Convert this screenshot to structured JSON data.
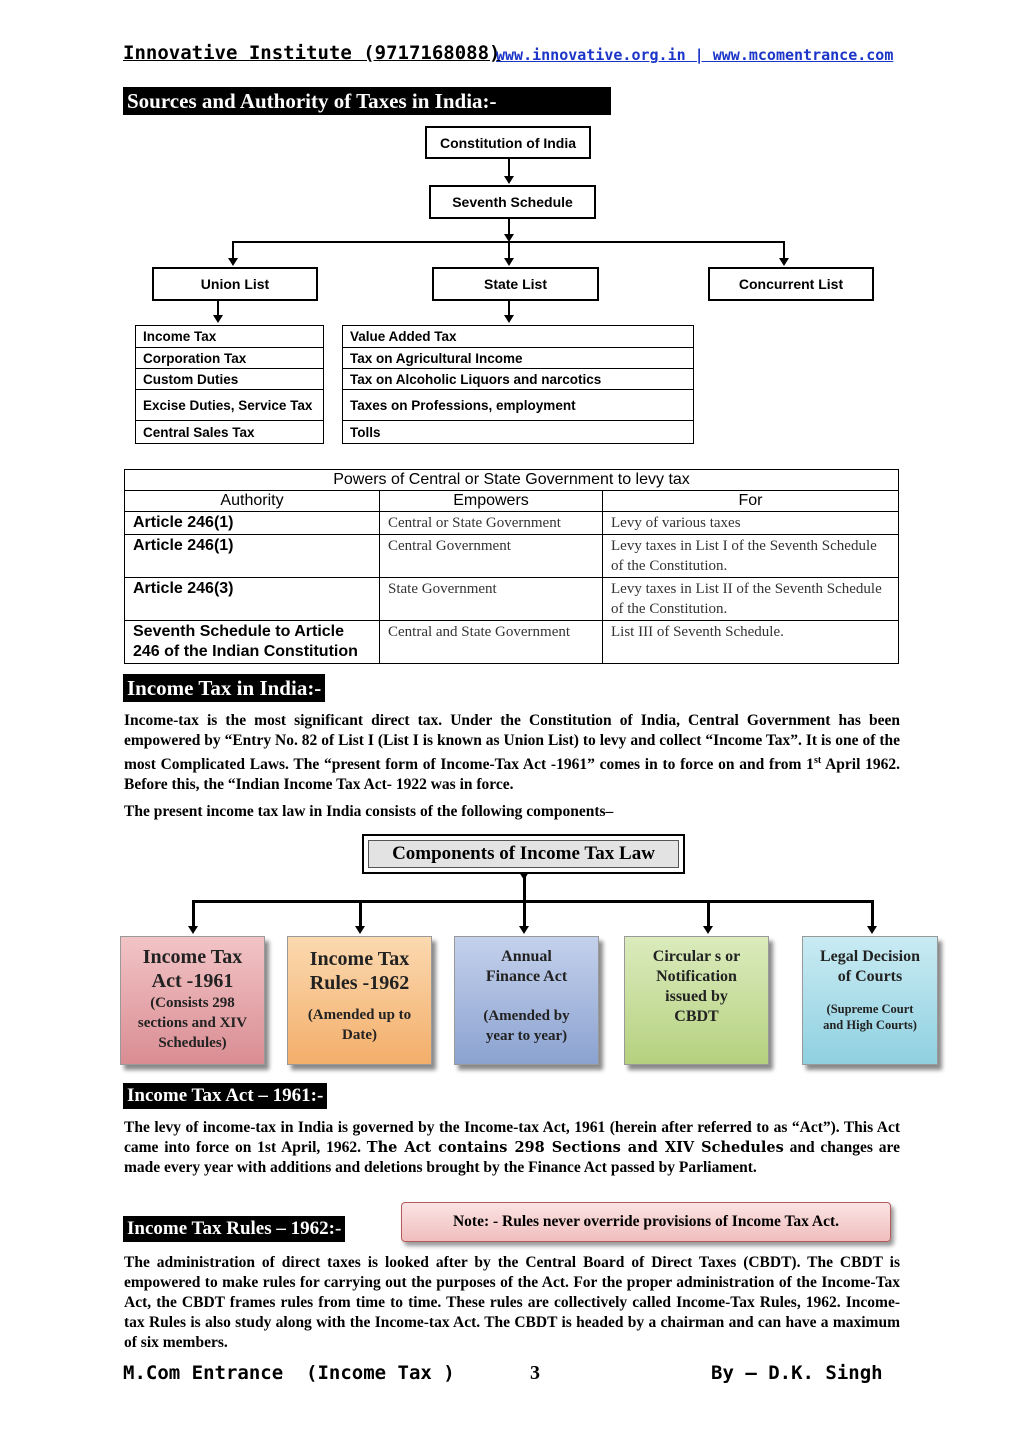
{
  "header": {
    "institute": "Innovative Institute (9717168088)",
    "links": "www.innovative.org.in | www.mcomentrance.com"
  },
  "section1": {
    "title": "Sources and Authority of Taxes in India:-",
    "constitution": "Constitution of India",
    "seventh_schedule": "Seventh Schedule",
    "union_list": "Union List",
    "state_list": "State List",
    "concurrent_list": "Concurrent List",
    "union_items": [
      "Income Tax",
      "Corporation Tax",
      "Custom Duties",
      "Excise Duties, Service Tax",
      "Central Sales Tax"
    ],
    "state_items": [
      "Value Added Tax",
      "Tax on Agricultural Income",
      "Tax on Alcoholic Liquors and narcotics",
      "Taxes on Professions, employment",
      "Tolls"
    ]
  },
  "powers_table": {
    "caption": "Powers of Central or State Government to levy tax",
    "headers": [
      "Authority",
      "Empowers",
      "For"
    ],
    "rows": [
      [
        "Article 246(1)",
        "Central or State Government",
        "Levy of various taxes"
      ],
      [
        "Article 246(1)",
        "Central Government",
        "Levy taxes in List I of the Seventh Schedule of the Constitution."
      ],
      [
        "Article 246(3)",
        "State Government",
        "Levy taxes in List II of the Seventh Schedule of the Constitution."
      ],
      [
        "Seventh Schedule to Article 246 of the Indian Constitution",
        "Central and State Government",
        "List III of Seventh Schedule."
      ]
    ]
  },
  "section2": {
    "title": "Income Tax in India:-",
    "para1_a": "Income-tax is the most significant direct tax. Under the Constitution of India, Central Government has been empowered by “Entry No. 82 of List I (List I is known as Union List) to levy and collect “Income Tax”. It is one of the most Complicated Laws. The “present form of Income-Tax Act -1961” comes in to force on and from 1",
    "para1_sup": "st",
    "para1_b": " April 1962. Before this, the “Indian Income Tax Act- 1922 was in force.",
    "para2": "The present income tax law in India consists of the following components–",
    "components_title": "Components of Income Tax Law",
    "components": [
      {
        "title": "Income Tax Act -1961",
        "sub": "(Consists 298 sections and XIV Schedules)",
        "color": "#e7a3a8"
      },
      {
        "title": "Income Tax Rules -1962",
        "sub": "(Amended up to Date)",
        "color": "#f7c58e"
      },
      {
        "title": "Annual Finance Act",
        "sub": "(Amended by year to year)",
        "color": "#9fb4dc"
      },
      {
        "title": "Circular s or Notification issued by CBDT",
        "sub": "",
        "color": "#c6dd96"
      },
      {
        "title": "Legal Decision of Courts",
        "sub": "(Supreme Court and High Courts)",
        "color": "#a7dbe7"
      }
    ]
  },
  "section3": {
    "title": "Income Tax Act – 1961:-",
    "para_a": "The levy of income-tax in India is governed by the Income-tax Act, 1961 (herein after referred to as “Act”). This Act came into force on 1st April, 1962. ",
    "para_b": "The Act contains 298 Sections and XIV Schedules",
    "para_c": " and changes are made every year with additions and deletions brought by the Finance Act passed by Parliament."
  },
  "section4": {
    "title": "Income Tax Rules – 1962:-",
    "note": "Note: - Rules never override provisions of Income Tax Act.",
    "para": "The administration of direct taxes is looked after by the Central Board of Direct Taxes (CBDT). The CBDT is empowered to make rules for carrying out the purposes of the Act. For the proper administration of the Income-Tax Act, the CBDT frames rules from time to time. These rules are collectively called Income-Tax Rules, 1962. Income-tax Rules is also study along with the Income-tax Act. The CBDT is headed by a chairman and can have a maximum of six members."
  },
  "footer": {
    "left": "M.Com Entrance  (Income Tax )",
    "page": "3",
    "right": "By – D.K. Singh"
  }
}
